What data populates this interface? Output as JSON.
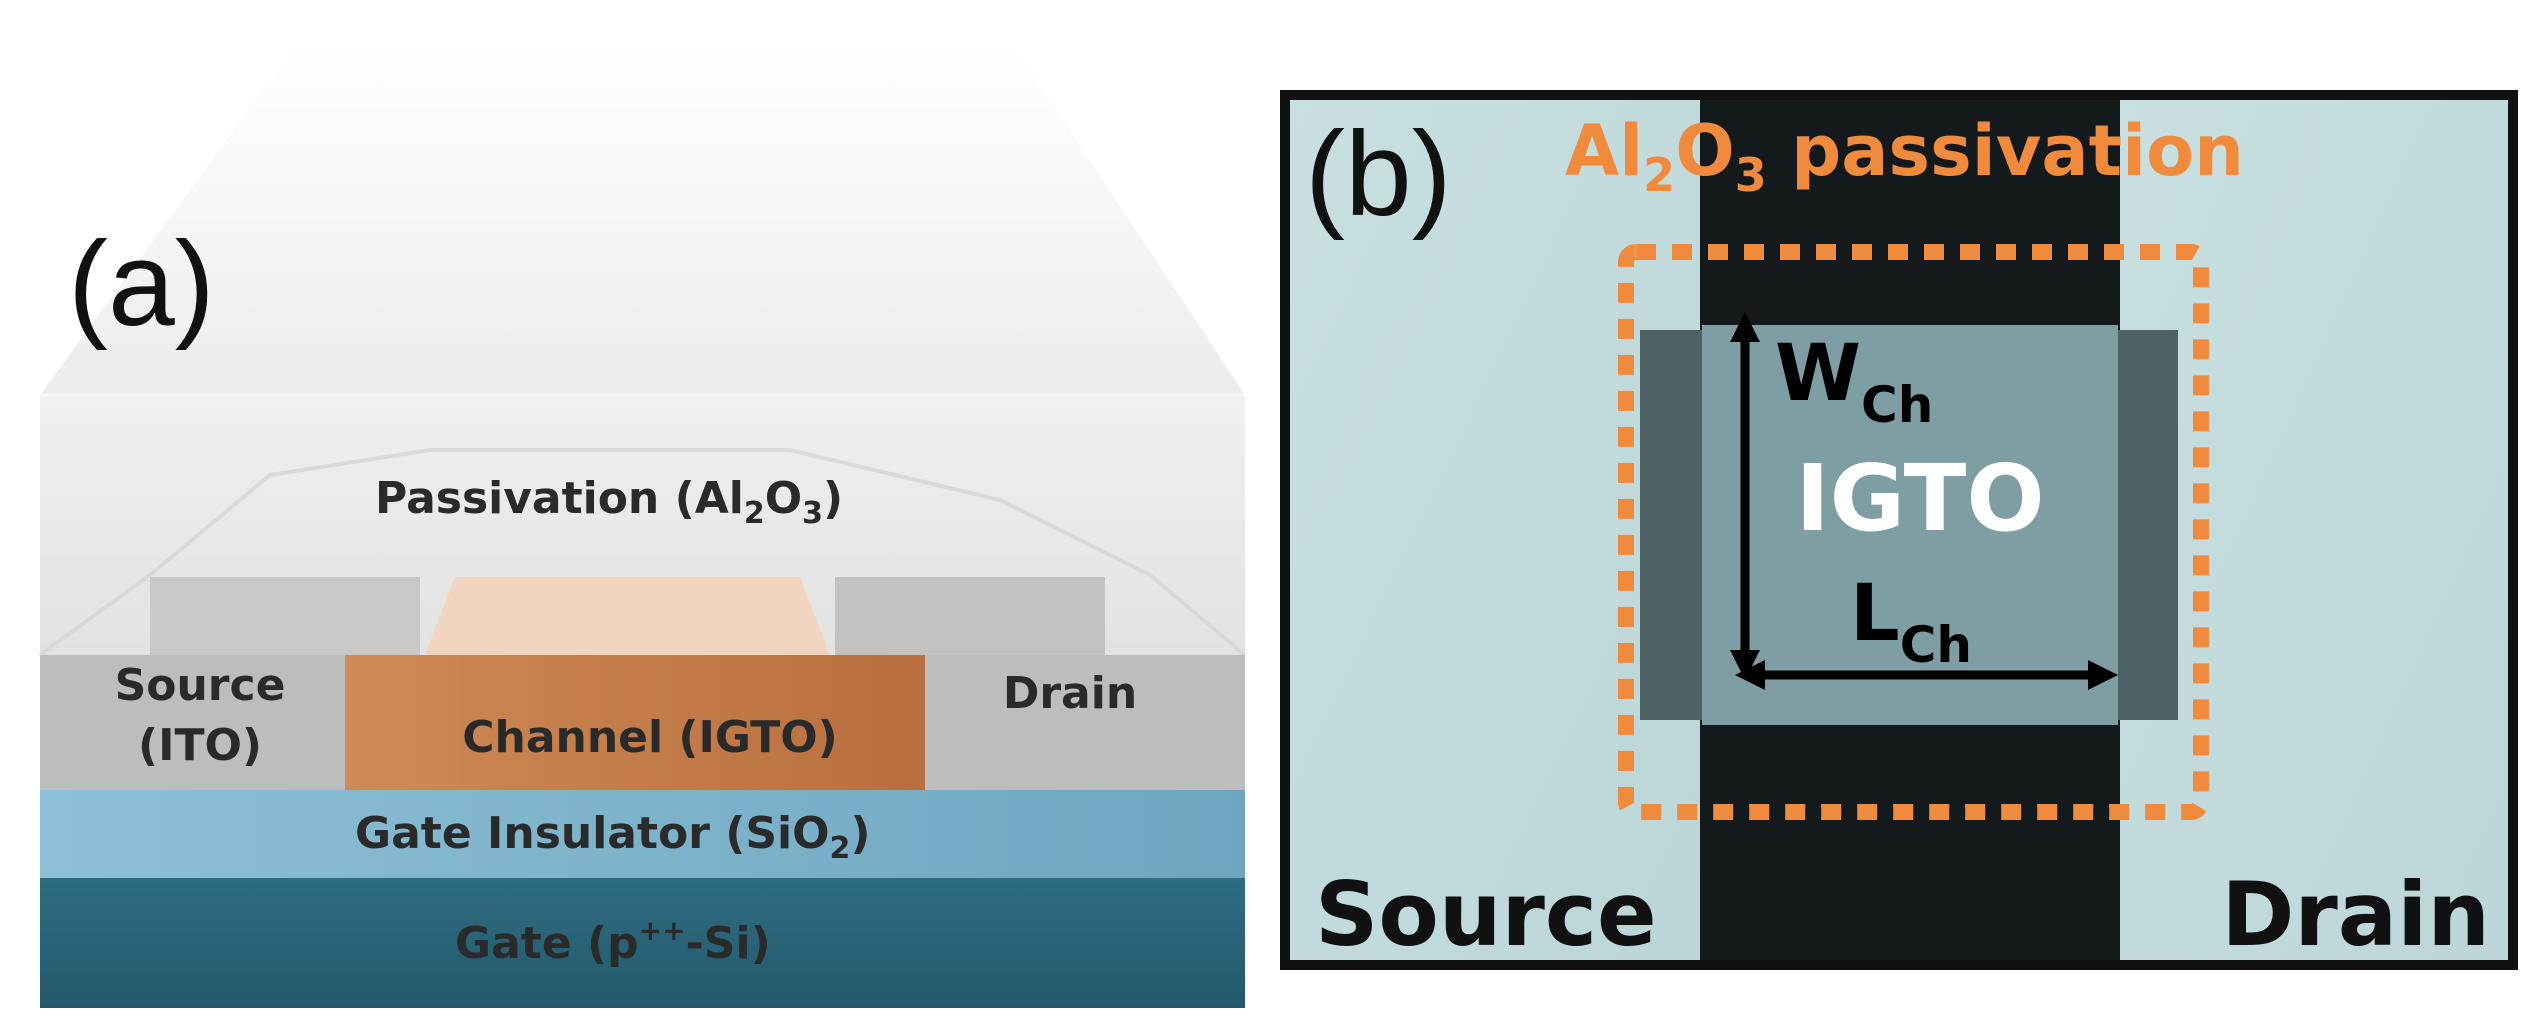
{
  "panel_a": {
    "letter": "(a)",
    "passivation": {
      "text": "Passivation (Al",
      "sub1": "2",
      "mid": "O",
      "sub2": "3",
      "close": ")"
    },
    "source_line1": "Source",
    "source_line2": "(ITO)",
    "drain": "Drain",
    "channel": "Channel (IGTO)",
    "insulator": {
      "text": "Gate Insulator (SiO",
      "sub": "2",
      "close": ")"
    },
    "gate": {
      "text": "Gate (p",
      "sup": "++",
      "close": "-Si)"
    }
  },
  "panel_b": {
    "letter": "(b)",
    "passivation": {
      "a": "Al",
      "sub1": "2",
      "b": "O",
      "sub2": "3",
      "c": " passivation"
    },
    "width": {
      "main": "W",
      "sub": "Ch"
    },
    "length": {
      "main": "L",
      "sub": "Ch"
    },
    "igto": "IGTO",
    "source": "Source",
    "drain": "Drain"
  },
  "colors": {
    "accent_orange": "#f08a3c",
    "channel": "#c47c49",
    "insulator": "#7fb3cc",
    "gate": "#2e6a7f",
    "electrode": "#bdbdbd",
    "dark_strip": "#141a1c",
    "micrograph_bg": "#c6dcdc"
  }
}
